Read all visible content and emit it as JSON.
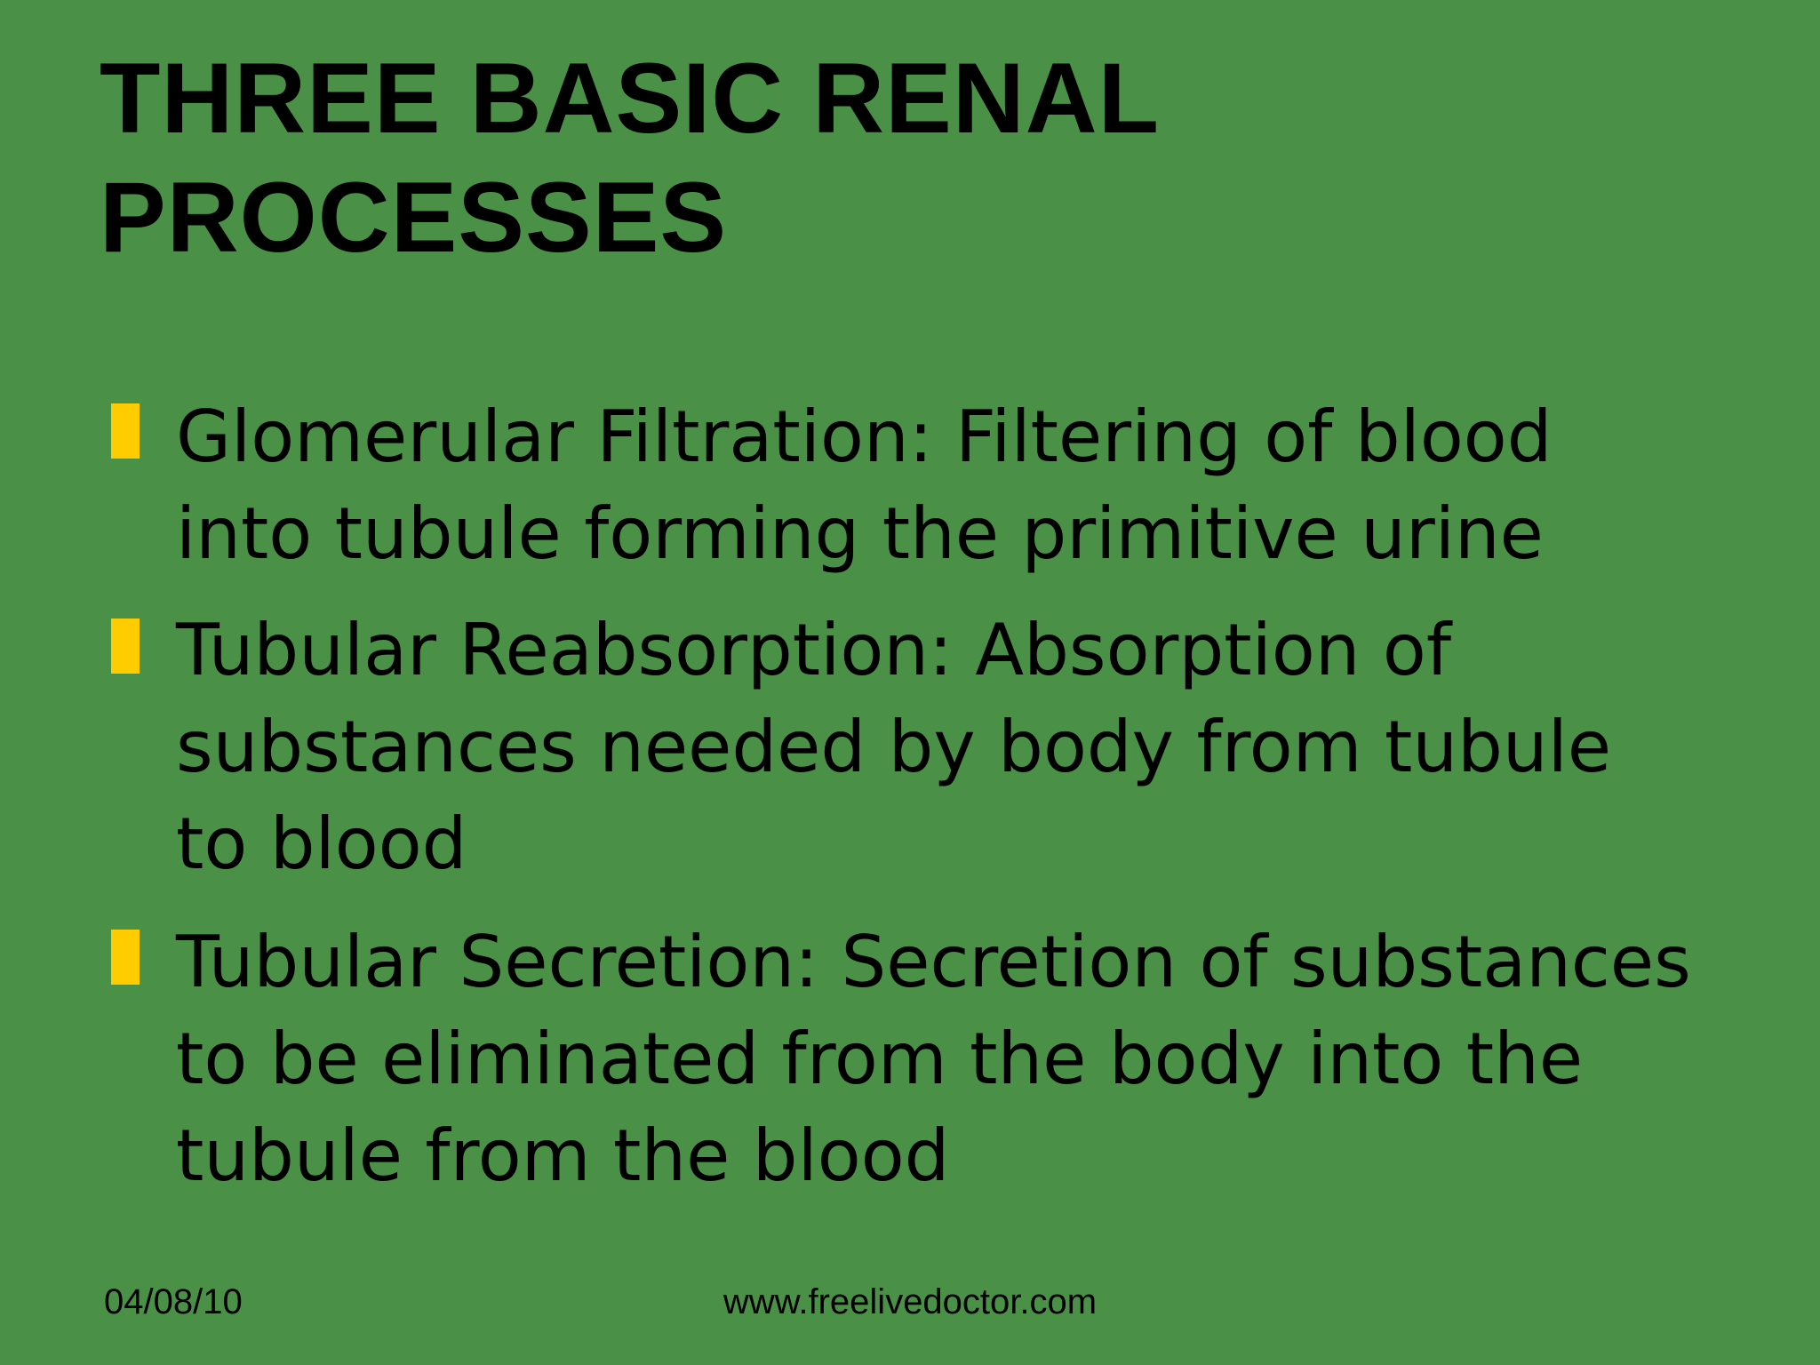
{
  "slide": {
    "title_lines": [
      "THREE BASIC RENAL",
      "PROCESSES"
    ],
    "bullets": [
      {
        "lines": [
          "Glomerular Filtration: Filtering of blood",
          "into tubule forming the primitive urine"
        ]
      },
      {
        "lines": [
          "Tubular Reabsorption: Absorption of",
          "substances needed by body from tubule",
          "to blood"
        ]
      },
      {
        "lines": [
          "Tubular Secretion: Secretion of substances",
          "to be eliminated from the body into the",
          "tubule from the blood"
        ]
      }
    ],
    "footer": {
      "date": "04/08/10",
      "url": "www.freelivedoctor.com"
    }
  },
  "colors": {
    "background": "#4a9046",
    "bullet_marker": "#ffcc00",
    "text": "#000000"
  }
}
